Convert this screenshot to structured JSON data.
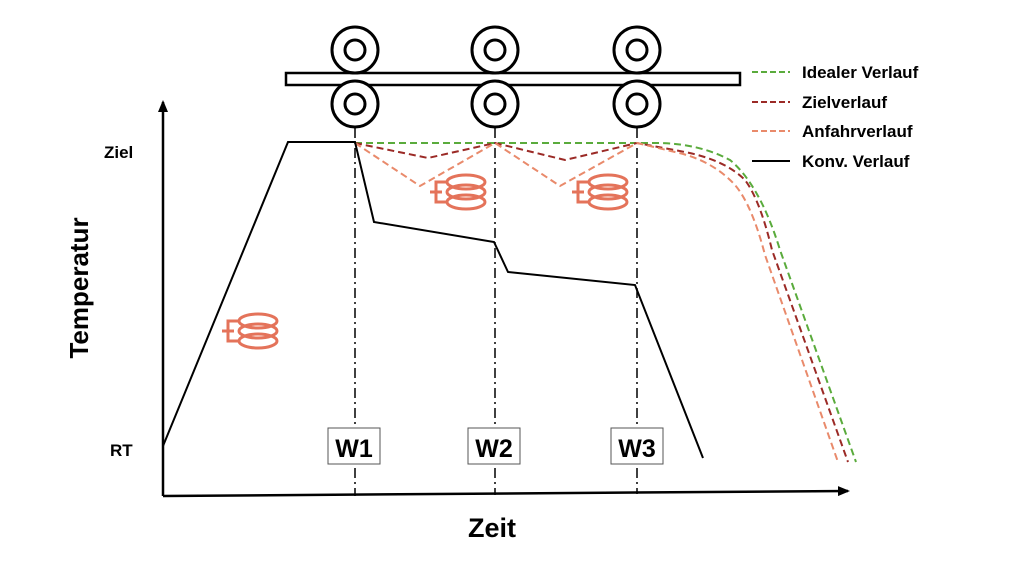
{
  "diagram": {
    "y_axis_label": "Temperatur",
    "x_axis_label": "Zeit",
    "y_tick_top": "Ziel",
    "y_tick_bottom": "RT",
    "stations": [
      "W1",
      "W2",
      "W3"
    ],
    "legend": [
      {
        "label": "Idealer Verlauf",
        "color": "#5aab3c",
        "style": "dashed",
        "icon": "green-dashed-line"
      },
      {
        "label": "Zielverlauf",
        "color": "#9b2a26",
        "style": "dashed",
        "icon": "darkred-dashed-line"
      },
      {
        "label": "Anfahrverlauf",
        "color": "#e98a6b",
        "style": "dashed",
        "icon": "salmon-dashed-line"
      },
      {
        "label": "Konv. Verlauf",
        "color": "#000000",
        "style": "solid",
        "icon": "black-solid-line"
      }
    ],
    "heater_color": "#e4735a",
    "icons": [
      "roller-icon",
      "induction-coil-icon"
    ]
  }
}
